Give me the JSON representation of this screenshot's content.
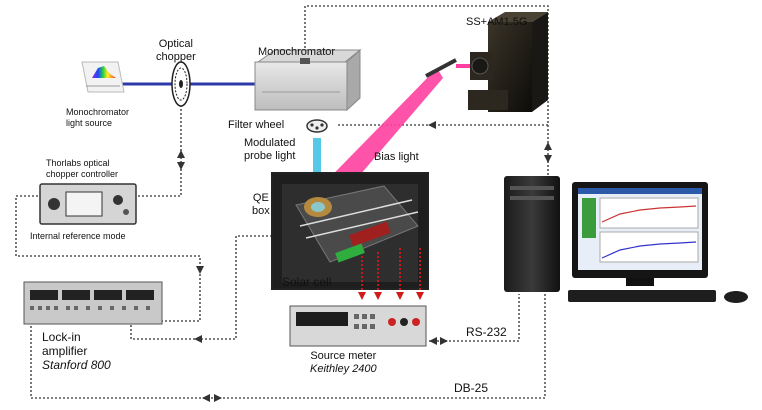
{
  "labels": {
    "ss_am": "SS+AM1.5G",
    "optical_chopper": [
      "Optical",
      "chopper"
    ],
    "monochromator": "Monochromator",
    "mono_light_source": [
      "Monochromator",
      "light source"
    ],
    "filter_wheel": "Filter wheel",
    "modulated_probe": [
      "Modulated",
      "probe light"
    ],
    "bias_light": "Bias light",
    "thorlabs": [
      "Thorlabs optical",
      "chopper controller"
    ],
    "internal_ref": "Internal reference mode",
    "qe_box": [
      "QE",
      "box"
    ],
    "solar_cell": "Solar cell",
    "lockin": [
      "Lock-in",
      "amplifier"
    ],
    "lockin_model": "Stanford 800",
    "source_meter": "Source meter",
    "source_meter_model": "Keithley 2400",
    "rs232": "RS-232",
    "db25": "DB-25"
  },
  "colors": {
    "beam": "#2b3aa8",
    "probe": "#56c8e8",
    "bias": "#ff3fa0",
    "cable": "#555555",
    "red_lead": "#d11a1a"
  },
  "icons": [
    "chopper-wheel-icon",
    "monochromator-box-icon",
    "solar-simulator-icon",
    "mirror-icon",
    "computer-icon",
    "lockin-amplifier-icon",
    "source-meter-icon",
    "chopper-controller-icon"
  ]
}
